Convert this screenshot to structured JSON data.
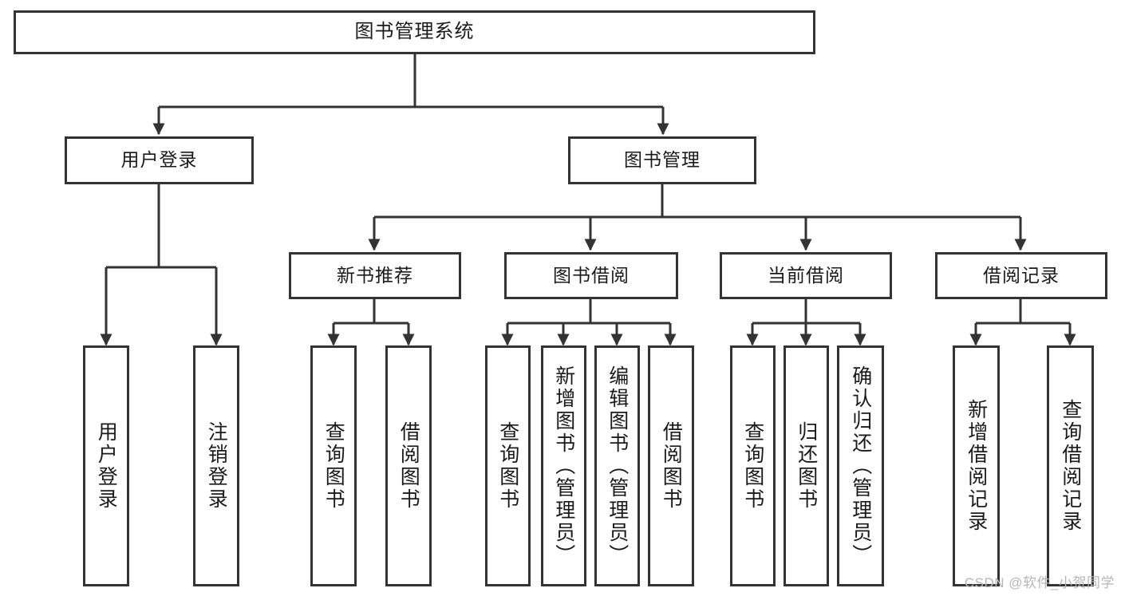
{
  "diagram": {
    "title": "图书管理系统",
    "type": "tree",
    "watermark": "CSDN @软件_小贺同学",
    "stroke_color": "#333333",
    "background_color": "#ffffff",
    "nodes": {
      "root": {
        "label": "图书管理系统"
      },
      "level2": [
        {
          "label": "用户登录"
        },
        {
          "label": "图书管理"
        }
      ],
      "level3": [
        {
          "label": "新书推荐"
        },
        {
          "label": "图书借阅"
        },
        {
          "label": "当前借阅"
        },
        {
          "label": "借阅记录"
        }
      ],
      "leaves": {
        "user_login": [
          {
            "label": "用户登录"
          },
          {
            "label": "注销登录"
          }
        ],
        "new_book": [
          {
            "label": "查询图书"
          },
          {
            "label": "借阅图书"
          }
        ],
        "book_borrow": [
          {
            "label": "查询图书"
          },
          {
            "label": "新增图书（管理员）"
          },
          {
            "label": "编辑图书（管理员）"
          },
          {
            "label": "借阅图书"
          }
        ],
        "current_borrow": [
          {
            "label": "查询图书"
          },
          {
            "label": "归还图书"
          },
          {
            "label": "确认归还（管理员）"
          }
        ],
        "borrow_record": [
          {
            "label": "新增借阅记录"
          },
          {
            "label": "查询借阅记录"
          }
        ]
      }
    }
  }
}
